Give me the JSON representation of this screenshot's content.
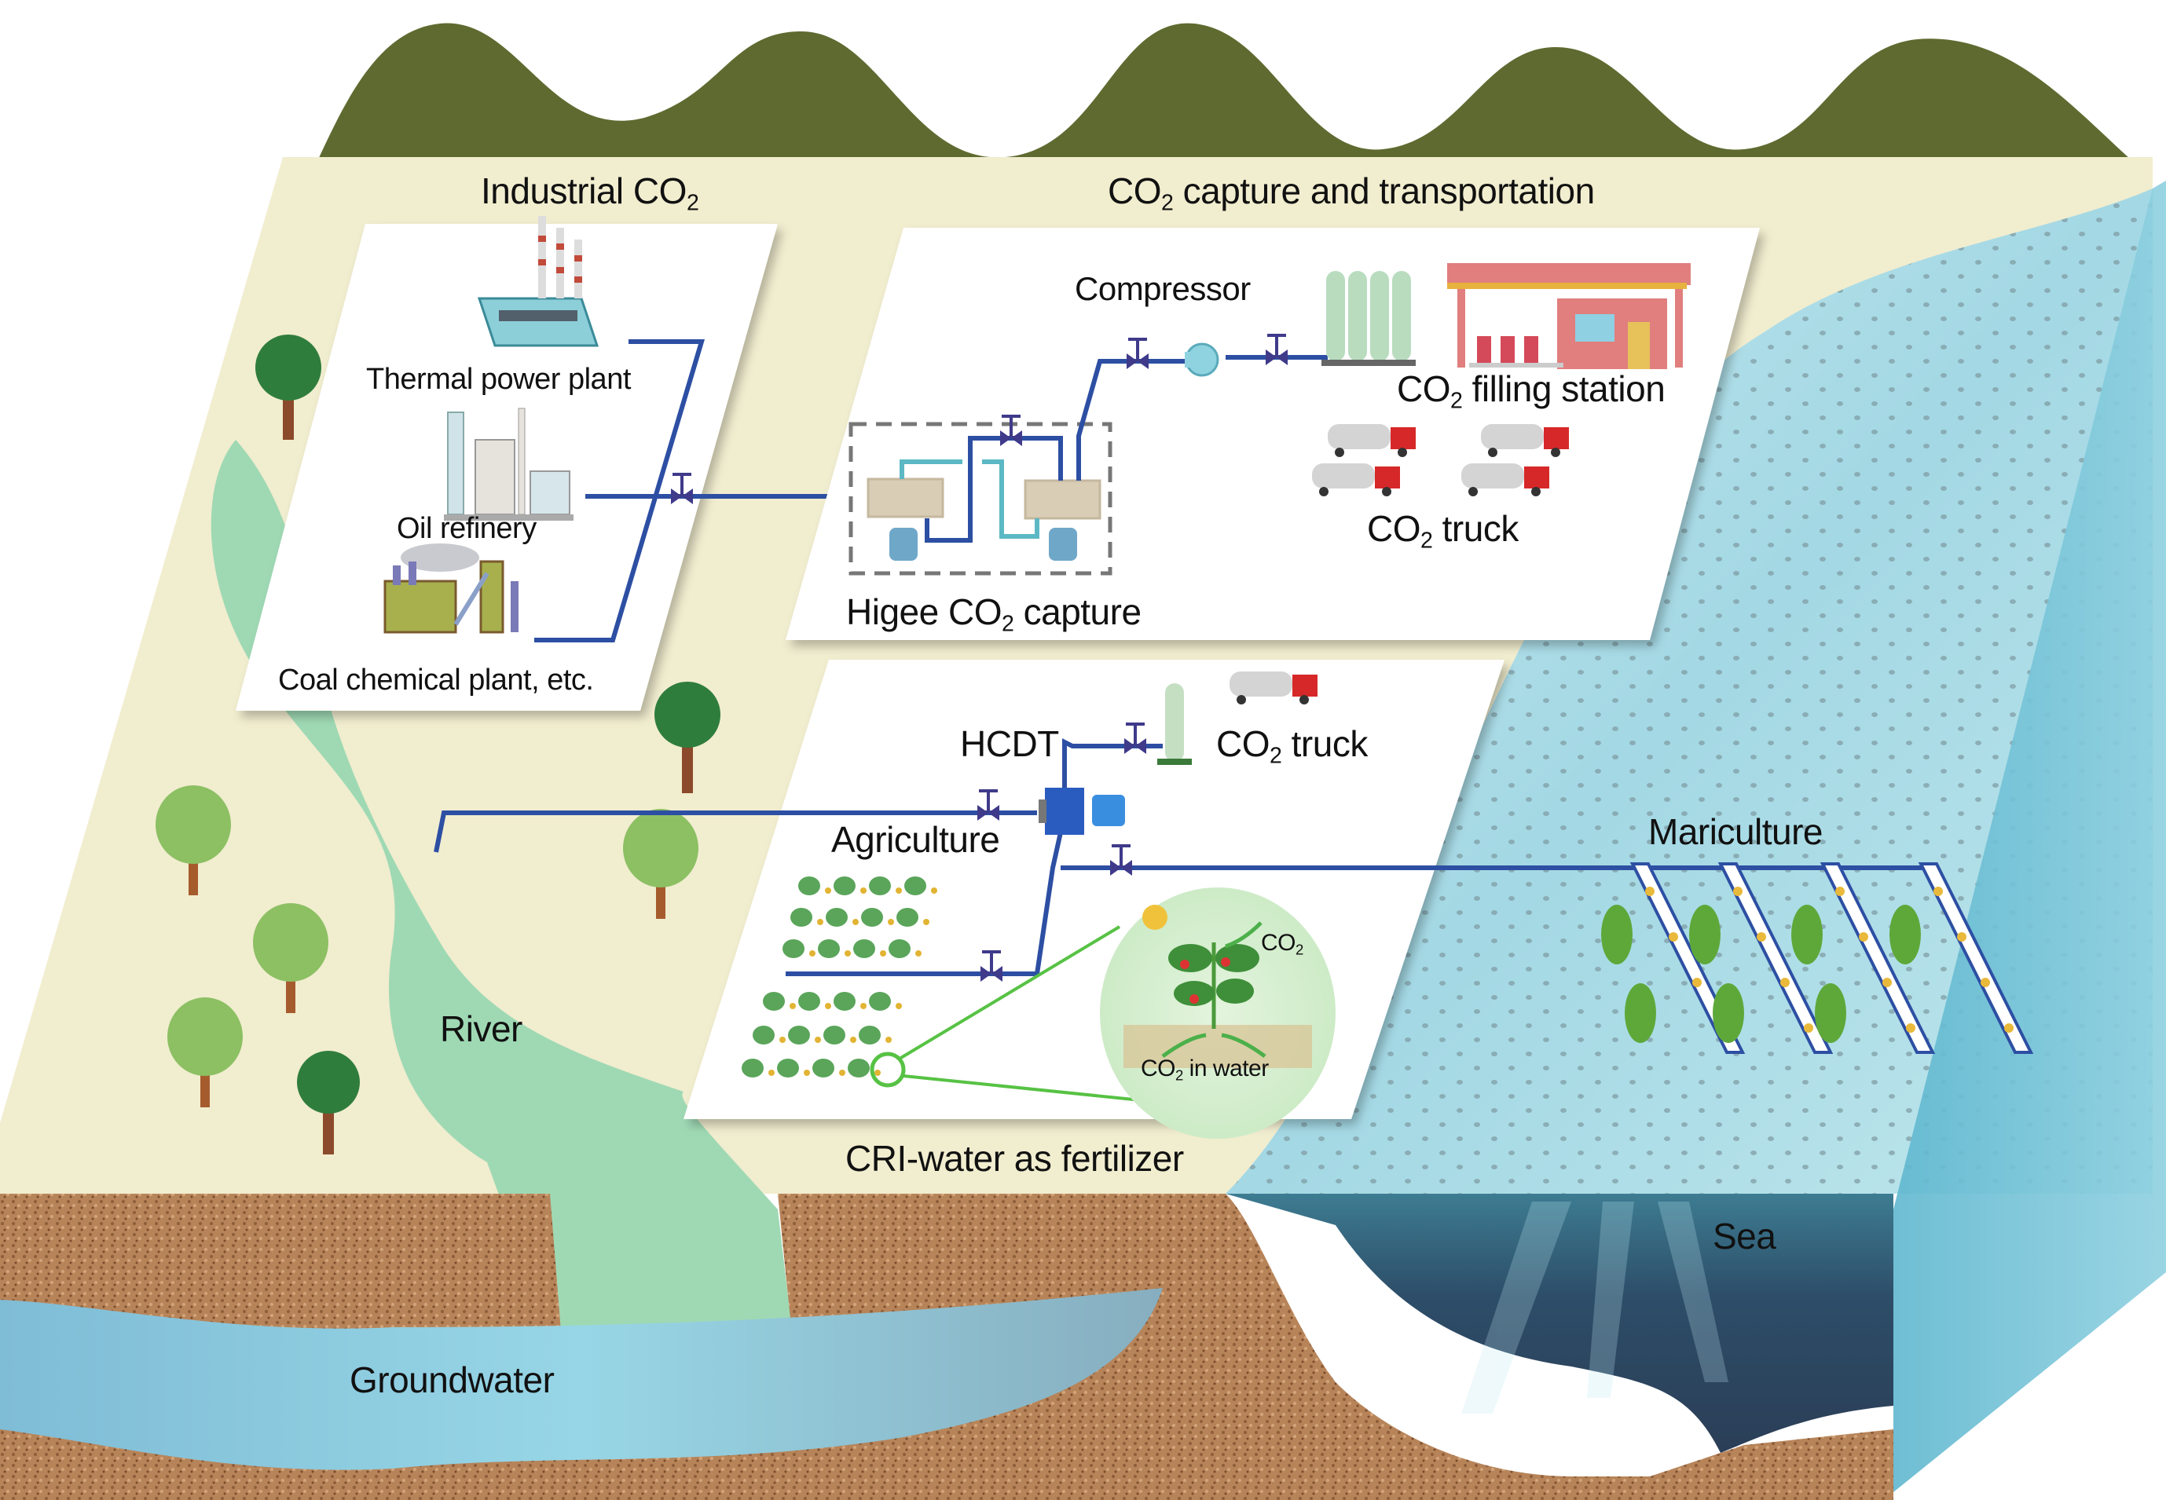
{
  "figure": {
    "title": "CO2 capture, transportation and utilization scenario",
    "colors": {
      "mountains": "#5f6a30",
      "land": "#f1edcf",
      "river": "#9fd9b4",
      "soil": "#b4825a",
      "groundwater": "#8ccde0",
      "sea_deep": "#2e4d6a",
      "sea_surface": "#a9dbe6",
      "pipe": "#2d4fa3",
      "valve": "#3f3a8a",
      "panel": "#ffffff",
      "highlight_green": "#57c244"
    }
  },
  "sections": {
    "industrial": {
      "heading": "Industrial CO",
      "heading_sub": "2",
      "sources": [
        {
          "name": "Thermal power plant",
          "icon": "power-plant-icon"
        },
        {
          "name": "Oil refinery",
          "icon": "refinery-icon"
        },
        {
          "name": "Coal chemical plant, etc.",
          "icon": "coal-plant-icon"
        }
      ]
    },
    "capture": {
      "heading_pre": "CO",
      "heading_sub": "2",
      "heading_post": " capture and transportation",
      "compressor": "Compressor",
      "filling_station_pre": "CO",
      "filling_station_sub": "2",
      "filling_station_post": " filling station",
      "truck_pre": "CO",
      "truck_sub": "2",
      "truck_post": " truck",
      "higee_pre": "Higee CO",
      "higee_sub": "2",
      "higee_post": " capture"
    },
    "utilization": {
      "hcdt": "HCDT",
      "truck_pre": "CO",
      "truck_sub": "2",
      "truck_post": " truck",
      "agriculture": "Agriculture",
      "inset_co2_pre": "CO",
      "inset_co2_sub": "2",
      "inset_water_pre": "CO",
      "inset_water_sub": "2",
      "inset_water_post": " in water",
      "caption": "CRI-water as fertilizer"
    },
    "mariculture": "Mariculture",
    "river": "River",
    "groundwater": "Groundwater",
    "sea": "Sea"
  }
}
